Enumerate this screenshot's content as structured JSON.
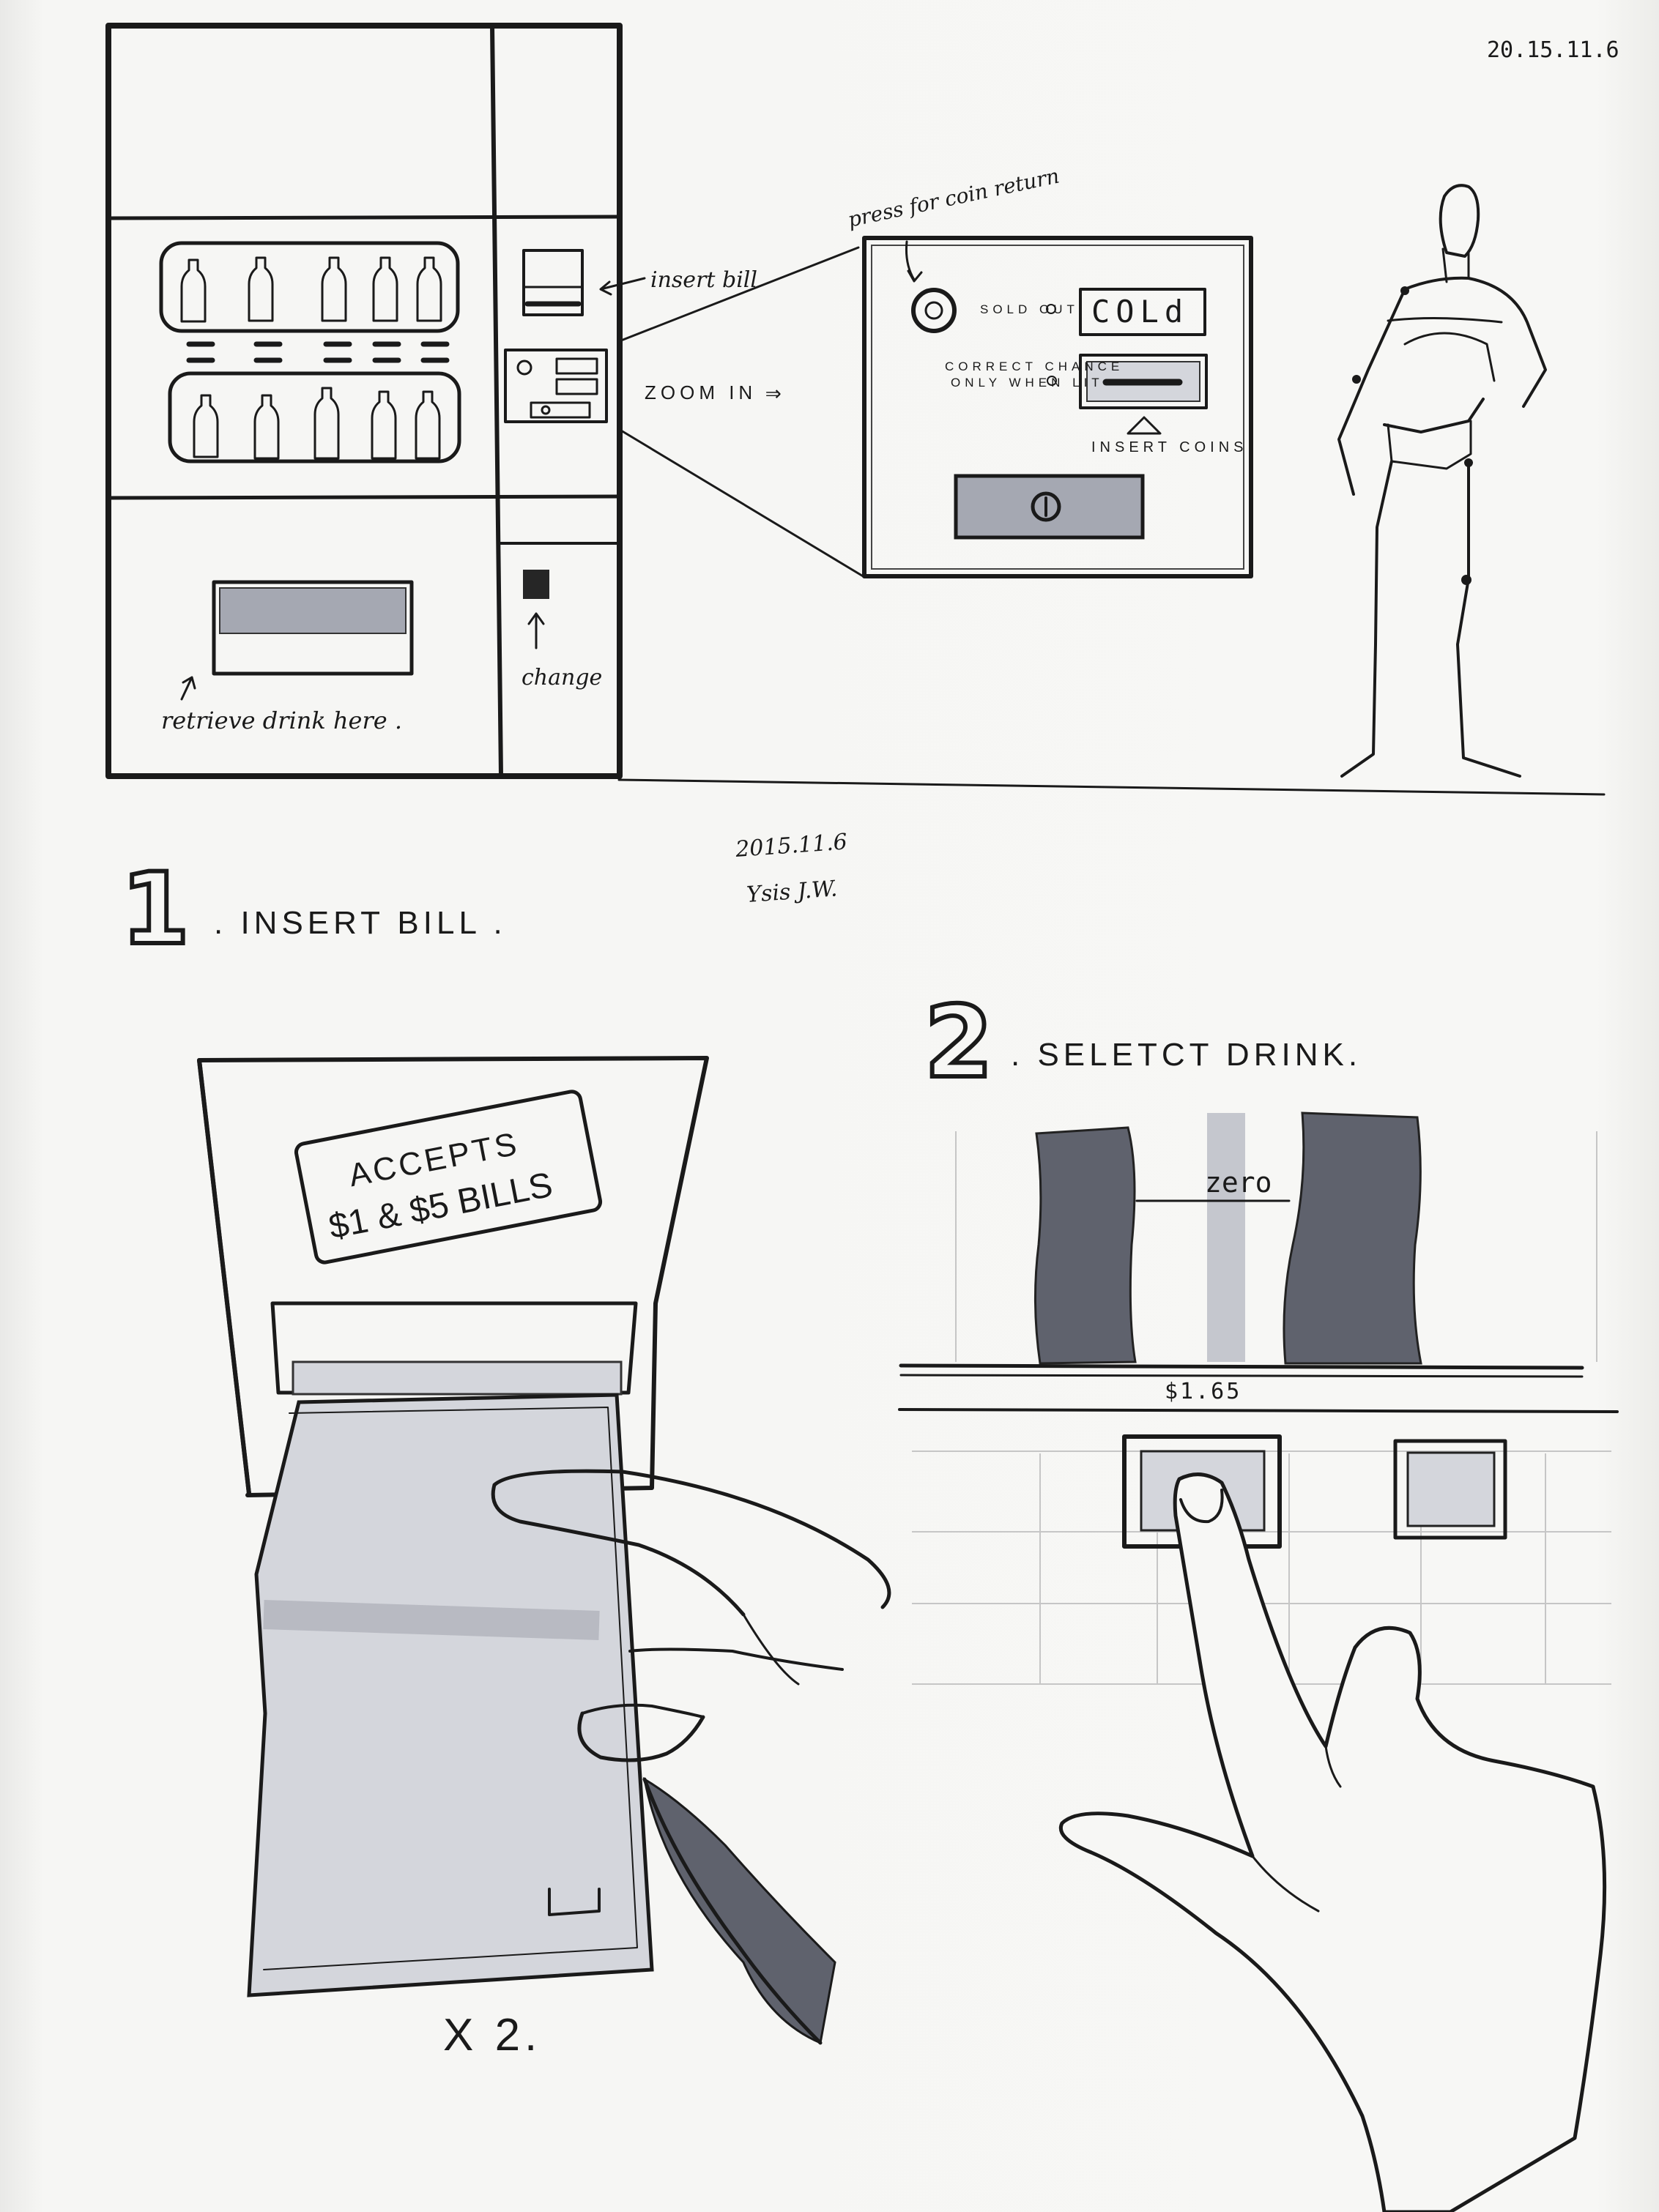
{
  "header": {
    "date_top": "20.15.11.6",
    "signature_date": "2015.11.6",
    "signature_name": "Ysis J.W."
  },
  "machine": {
    "insert_bill_note": "insert bill",
    "change_note": "change",
    "retrieve_note": "retrieve drink here ."
  },
  "zoom": {
    "label": "ZOOM IN",
    "arrow": "⇒",
    "coin_return_note": "press for coin return",
    "sold_out": "SOLD OUT",
    "correct_change_line1": "CORRECT CHANCE",
    "correct_change_line2": "ONLY WHEN LIT",
    "display": "COLd",
    "insert_coins": "INSERT COINS"
  },
  "step1": {
    "number": "1",
    "title": ". INSERT BILL .",
    "sign_line1": "ACCEPTS",
    "sign_line2": "$1 & $5 BILLS",
    "multiplier": "X 2."
  },
  "step2": {
    "number": "2",
    "title": ". SELETCT DRINK.",
    "label": "zero",
    "price": "$1.65"
  }
}
